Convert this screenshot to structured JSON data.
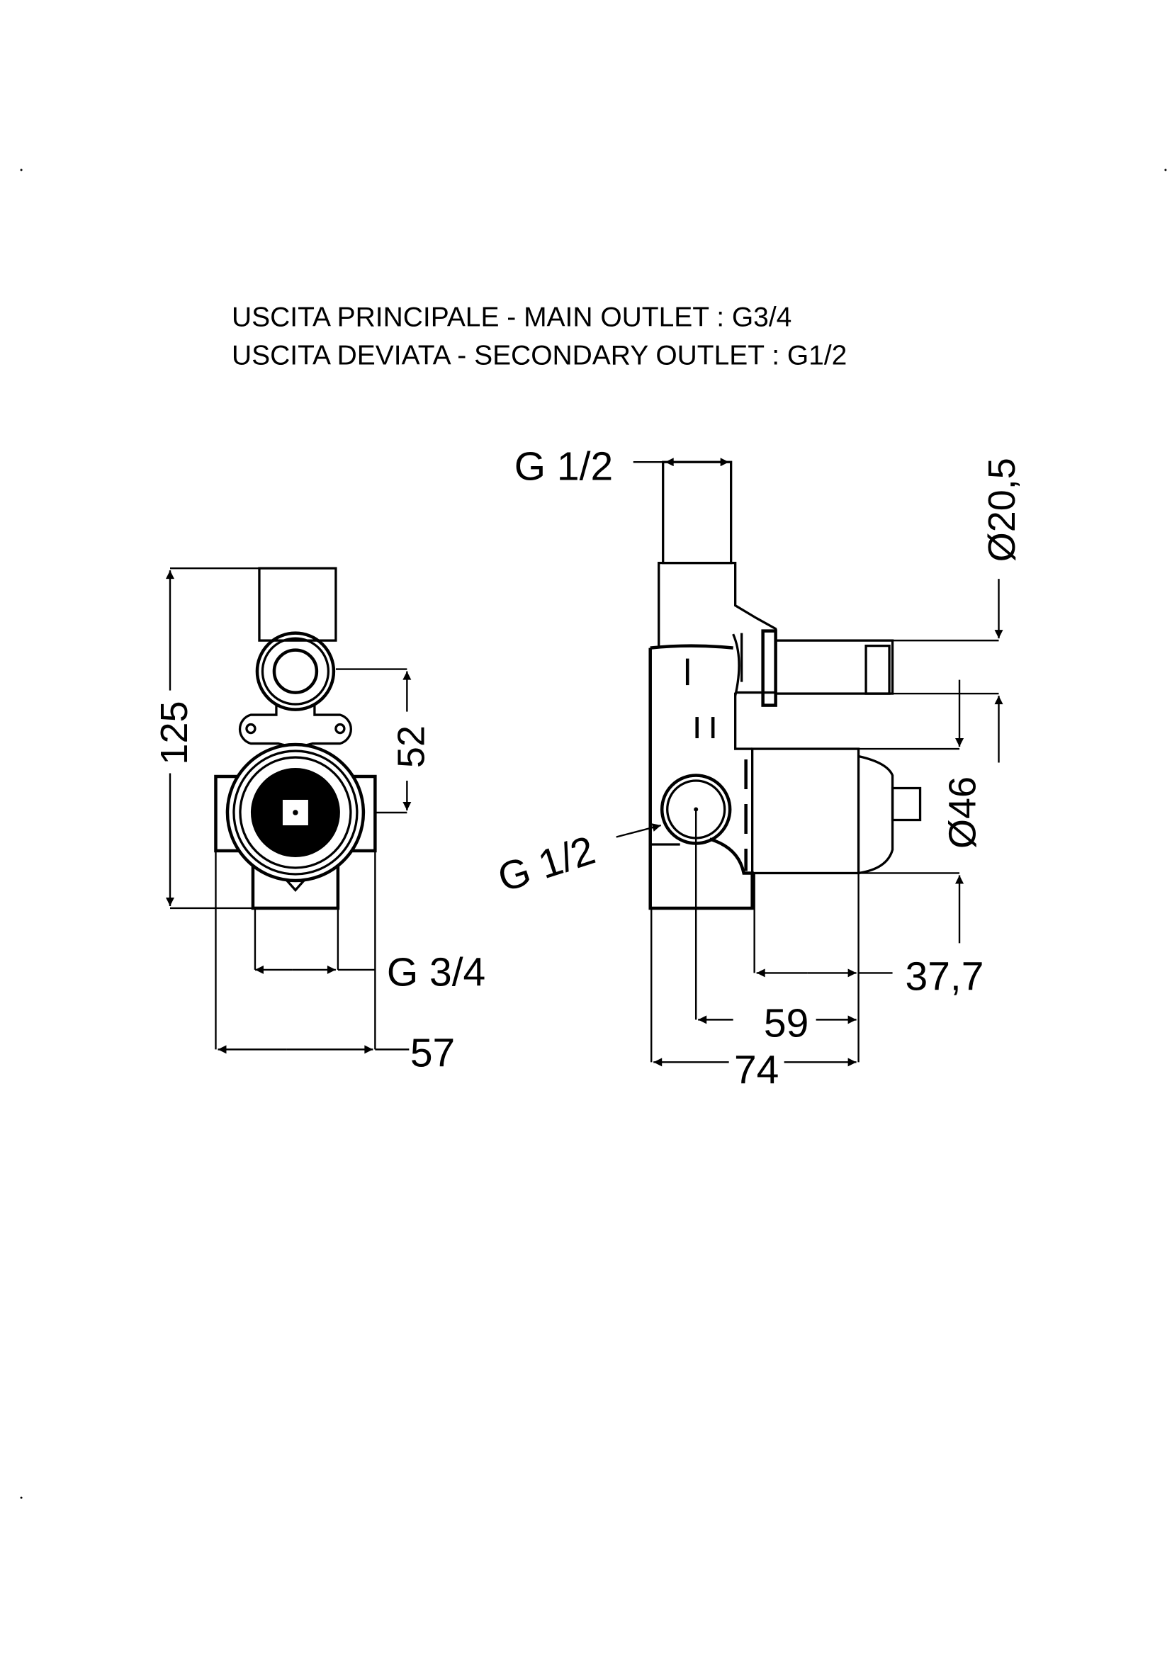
{
  "header": {
    "line1": "USCITA PRINCIPALE - MAIN OUTLET : G3/4",
    "line2": "USCITA DEVIATA - SECONDARY OUTLET : G1/2"
  },
  "front_view": {
    "height_dim": "125",
    "center_dim": "52",
    "outlet_thread": "G 3/4",
    "width_dim": "57"
  },
  "side_view": {
    "top_thread": "G 1/2",
    "side_thread": "G 1/2",
    "pipe_diameter": "Ø20,5",
    "body_diameter": "Ø46",
    "depth_dim_1": "37,7",
    "depth_dim_2": "59",
    "depth_dim_3": "74"
  }
}
